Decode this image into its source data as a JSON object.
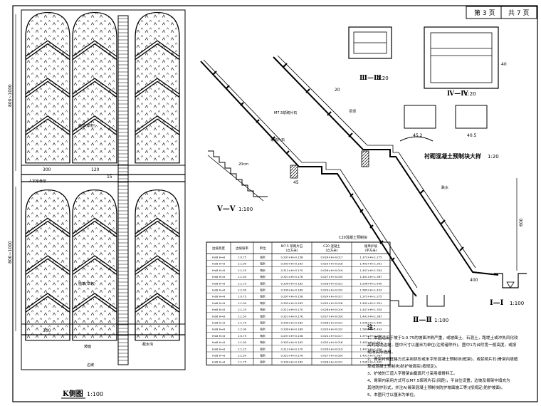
{
  "title_block": {
    "page_label": "第 3 页",
    "total_label": "共 7 页"
  },
  "plan": {
    "title": "K侧图",
    "scale": "1:100"
  },
  "sections": {
    "s3": {
      "title": "Ⅲ—Ⅲ",
      "scale": "1:20"
    },
    "s4": {
      "title": "Ⅳ—Ⅳ",
      "scale": "1:20"
    },
    "s5": {
      "title": "Ⅴ—Ⅴ",
      "scale": "1:100"
    },
    "s2": {
      "title": "Ⅱ—Ⅱ",
      "scale": "1:100"
    },
    "s1": {
      "title": "Ⅰ—Ⅰ",
      "scale": "1:100"
    },
    "block": {
      "title": "衬砌混凝土预制块大样",
      "scale": "1:20"
    }
  },
  "notes": {
    "heading": "注：",
    "lines": [
      "1、本图适用于坡于1:0.75的坡面冲刷严重，或坡面土、石混土，路堤土或冲失风化较",
      "   高的路堤边坡。图中尺寸以厘米为单位(注明者除外)，图中1为台阶宽一般高度，或按",
      "   现场实际选用。",
      "2、骨架衬砌框格方式采用拱形或米字形混凝土预制块(框架)，或浆砌片石(骨架内填植",
      "   草或混凝土预制块)防护坡面实(按规定)。",
      "3、护坡的三道人字骨架由截面尺寸采用细骨料工。",
      "4、骨架内采用方式可以M7.5浆砌片石(间距)，平台位设置，边坡及骨架中填充为",
      "   其他防护形式，并注A(骨架混凝土预制块防护坡面施工等)(按规定)防护坡面)。",
      "5、本图尺寸以厘米为单位。"
    ]
  },
  "table": {
    "headers": [
      "边坡高度",
      "边坡坡率",
      "单位",
      "M7.5 浆砌片石\n(立方米)",
      "C20 混凝土\n(立方米)",
      "植草护坡\n(平方米)"
    ],
    "rows": [
      [
        "H≤8 H=8",
        "1:0.75",
        "每米",
        "0.297×H+0.158",
        "0.024×H+0.017",
        "1.373×H+1.275"
      ],
      [
        "H≤8 H=8",
        "1:1.00",
        "每米",
        "0.303×H+0.163",
        "0.025×H+0.018",
        "1.402×H+1.301"
      ],
      [
        "H≤8 H=8",
        "1:1.25",
        "每米",
        "0.312×H+0.170",
        "0.026×H+0.019",
        "1.447×H+1.334"
      ],
      [
        "H≤8 H=8",
        "1:1.50",
        "每米",
        "0.321×H+0.176",
        "0.027×H+0.020",
        "1.491×H+1.367"
      ],
      [
        "H≤8 H=8",
        "1:1.75",
        "每米",
        "0.330×H+0.183",
        "0.028×H+0.021",
        "1.536×H+1.400"
      ],
      [
        "H≤8 H=8",
        "1:2.00",
        "每米",
        "0.339×H+0.189",
        "0.029×H+0.022",
        "1.580×H+1.433"
      ],
      [
        "H≤8 H=8",
        "1:0.75",
        "每米",
        "0.297×H+0.158",
        "0.024×H+0.017",
        "1.373×H+1.275"
      ],
      [
        "H≤8 H=8",
        "1:1.00",
        "每米",
        "0.303×H+0.163",
        "0.025×H+0.018",
        "1.402×H+1.301"
      ],
      [
        "H≤8 H=8",
        "1:1.25",
        "每米",
        "0.312×H+0.170",
        "0.026×H+0.019",
        "1.447×H+1.334"
      ],
      [
        "H≤8 H=8",
        "1:1.50",
        "每米",
        "0.321×H+0.176",
        "0.027×H+0.020",
        "1.491×H+1.367"
      ],
      [
        "H≤8 H=8",
        "1:1.75",
        "每米",
        "0.330×H+0.183",
        "0.028×H+0.021",
        "1.536×H+1.400"
      ],
      [
        "H≤8 H=8",
        "1:2.00",
        "每米",
        "0.339×H+0.189",
        "0.029×H+0.022",
        "1.580×H+1.433"
      ],
      [
        "H≤8 H=8",
        "1:0.75",
        "每米",
        "0.297×H+0.158",
        "0.024×H+0.017",
        "1.373×H+1.275"
      ],
      [
        "H≤8 H=8",
        "1:1.00",
        "每米",
        "0.303×H+0.163",
        "0.025×H+0.018",
        "1.402×H+1.301"
      ],
      [
        "H≤8 H=8",
        "1:1.25",
        "每米",
        "0.312×H+0.170",
        "0.026×H+0.019",
        "1.447×H+1.334"
      ],
      [
        "H≤8 H=8",
        "1:1.50",
        "每米",
        "0.321×H+0.176",
        "0.027×H+0.020",
        "1.491×H+1.367"
      ],
      [
        "H≤8 H=8",
        "1:1.75",
        "每米",
        "0.330×H+0.183",
        "0.028×H+0.021",
        "1.536×H+1.400"
      ]
    ]
  },
  "labels": {
    "dim_300a": "300",
    "dim_300b": "300",
    "dim_120": "120",
    "dim_15": "15",
    "dim_400": "400",
    "dim_20": "20",
    "dim_45": "45",
    "dim_40": "40",
    "dim_45_2": "45.2",
    "dim_40_5": "40.5",
    "dim_600": "600",
    "h_dim_top": "800~1000",
    "h_dim_bot": "800~1000",
    "lbl_herringbone": "人字形骨架",
    "lbl_mortar": "浆砌片石",
    "lbl_drain": "截水沟",
    "lbl_slope": "坡面",
    "lbl_dam": "坝顶",
    "lbl_edge": "边坡",
    "lbl_drop": "跌水",
    "lbl_m75": "M7.5浆砌片石",
    "lbl_c20": "C20混凝土预制块",
    "lbl_stairs": "20cm",
    "lbl_vegetate": "植草(草籽)",
    "lbl_vegetate2": "植草(草籽)"
  },
  "colors": {
    "line": "#000000",
    "paper": "#ffffff"
  }
}
